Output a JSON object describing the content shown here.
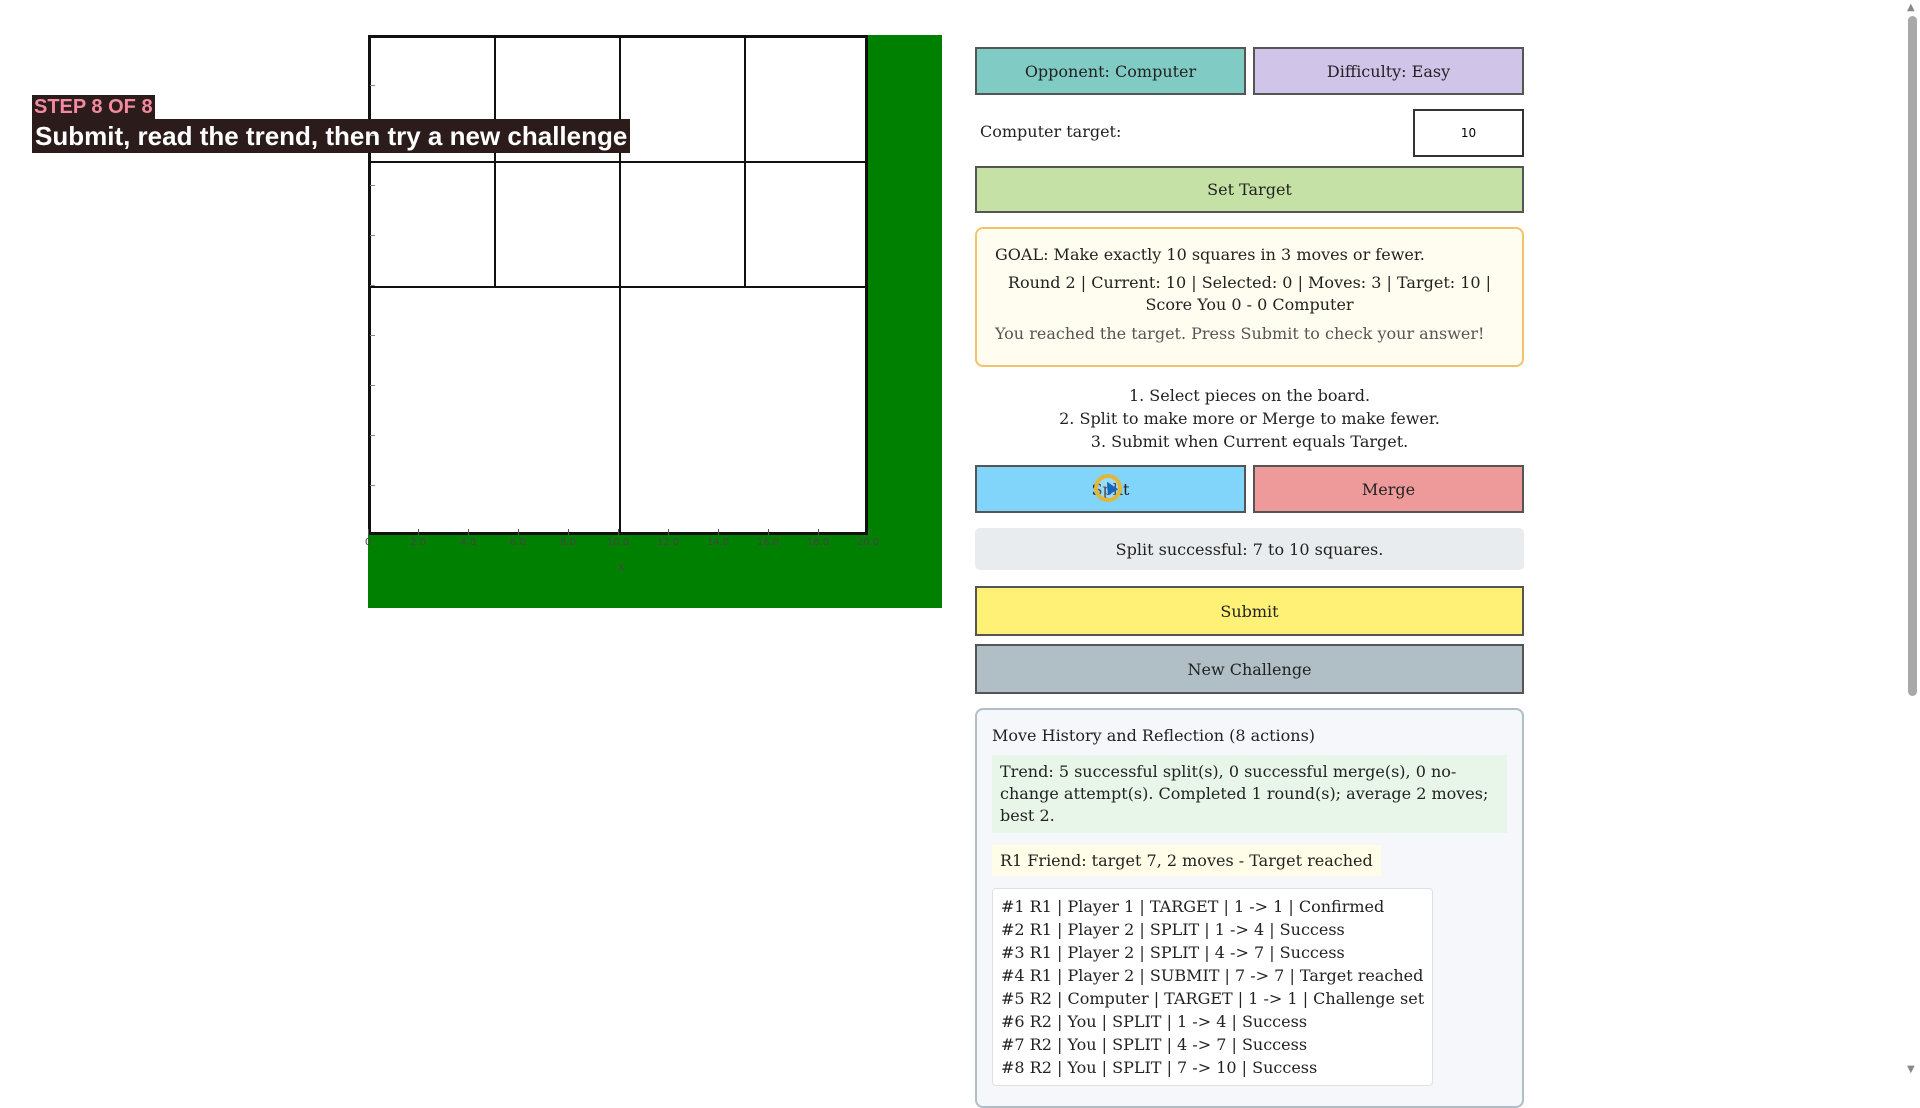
{
  "step": {
    "counter": "STEP 8 OF 8",
    "title": "Submit, read the trend, then try a new challenge"
  },
  "board": {
    "x_ticks": [
      "0",
      "2.0",
      "4.0",
      "6.0",
      "8.0",
      "10.0",
      "12.0",
      "14.0",
      "16.0",
      "18.0",
      "20.0"
    ],
    "x_axis_title": "x",
    "background_color": "#008000"
  },
  "controls": {
    "opponent_label": "Opponent: Computer",
    "difficulty_label": "Difficulty: Easy",
    "target_label": "Computer target:",
    "target_value": "10",
    "set_target_label": "Set Target",
    "split_label": "Split",
    "merge_label": "Merge",
    "submit_label": "Submit",
    "new_challenge_label": "New Challenge"
  },
  "goal": {
    "text": "GOAL: Make exactly 10 squares in 3 moves or fewer.",
    "status": "Round 2 | Current: 10 | Selected: 0 | Moves: 3 | Target: 10 | Score You 0 - 0 Computer",
    "feedback": "You reached the target. Press Submit to check your answer!"
  },
  "instructions": [
    "1. Select pieces on the board.",
    "2. Split to make more or Merge to make fewer.",
    "3. Submit when Current equals Target."
  ],
  "message": "Split successful: 7 to 10 squares.",
  "history": {
    "title": "Move History and Reflection (8 actions)",
    "trend": "Trend: 5 successful split(s), 0 successful merge(s), 0 no-change attempt(s). Completed 1 round(s); average 2 moves; best 2.",
    "round_summary": "R1 Friend: target 7, 2 moves - Target reached",
    "log": [
      "#1 R1 | Player 1 | TARGET | 1 -> 1 | Confirmed",
      "#2 R1 | Player 2 | SPLIT | 1 -> 4 | Success",
      "#3 R1 | Player 2 | SPLIT | 4 -> 7 | Success",
      "#4 R1 | Player 2 | SUBMIT | 7 -> 7 | Target reached",
      "#5 R2 | Computer | TARGET | 1 -> 1 | Challenge set",
      "#6 R2 | You | SPLIT | 1 -> 4 | Success",
      "#7 R2 | You | SPLIT | 4 -> 7 | Success",
      "#8 R2 | You | SPLIT | 7 -> 10 | Success"
    ]
  },
  "colors": {
    "opponent": "#80cbc4",
    "difficulty": "#d1c4e9",
    "set_target": "#c5e1a5",
    "split": "#81d4fa",
    "merge": "#ef9a9a",
    "submit": "#fff176",
    "new_challenge": "#b0bec5"
  }
}
